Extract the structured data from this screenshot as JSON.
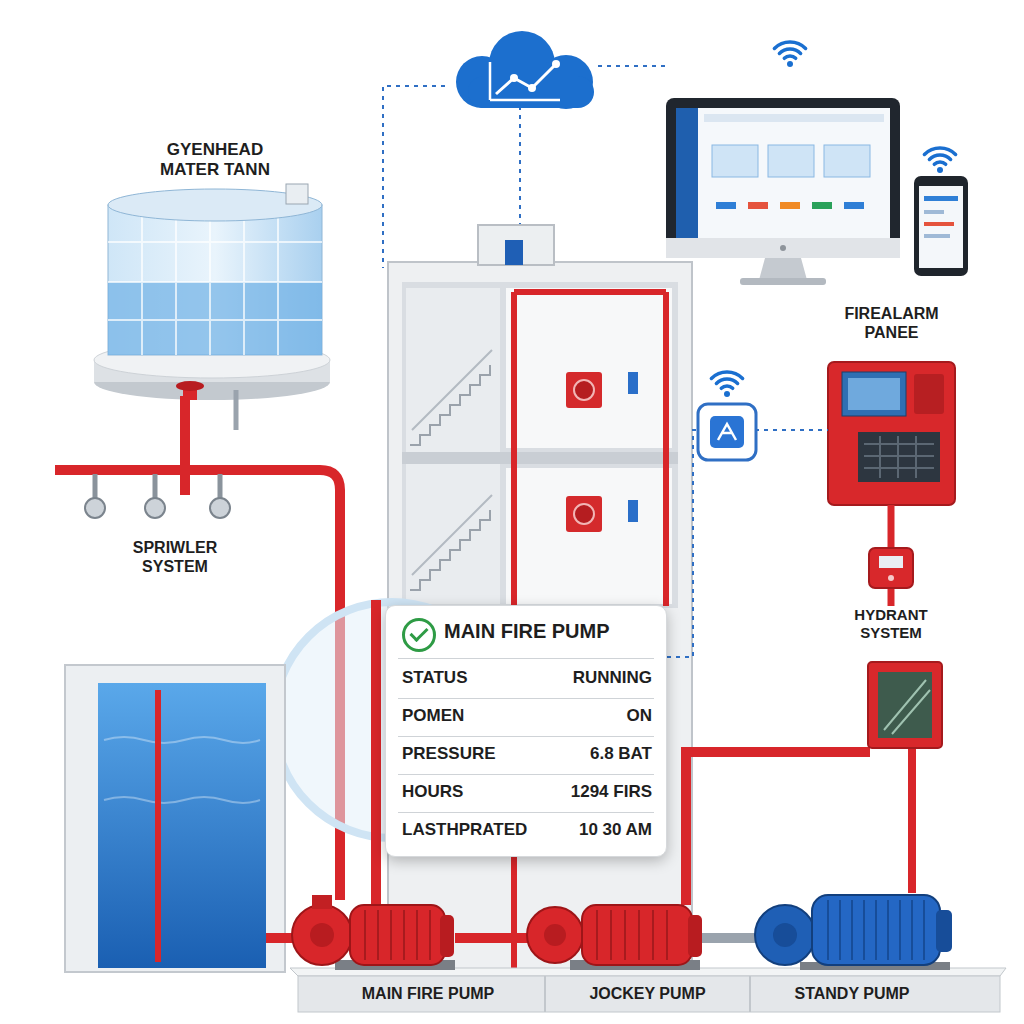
{
  "diagram": {
    "nodes": [
      {
        "text": [
          "GYENHEAD MATER TANN"
        ]
      },
      {
        "text": [
          "FIREALARM PANEE"
        ]
      },
      {
        "text": [
          "SPRIWLER SYSTEM"
        ]
      },
      {
        "text": [
          "MAIN FIRE PUMP",
          "STATUS",
          "RUNNING",
          "POMEN",
          "ON",
          "PRESSURE",
          "6.8 BAT",
          "HOURS",
          "1294 FIRS",
          "LASTHPRATED",
          "10 30 AM"
        ]
      },
      {
        "text": [
          "HYDRANT SYSTEM"
        ]
      },
      {
        "text": [
          "MAIN FIRE PUMP"
        ]
      },
      {
        "text": [
          "JOCKEY PUMP"
        ]
      },
      {
        "text": [
          "STANDY PUMP"
        ]
      }
    ],
    "edges": [
      {
        "from": 0,
        "to": 2,
        "arrow": "none"
      },
      {
        "from": 1,
        "to": 4,
        "arrow": "none"
      },
      {
        "from": 3,
        "to": 1,
        "arrow": "none"
      }
    ]
  }
}
